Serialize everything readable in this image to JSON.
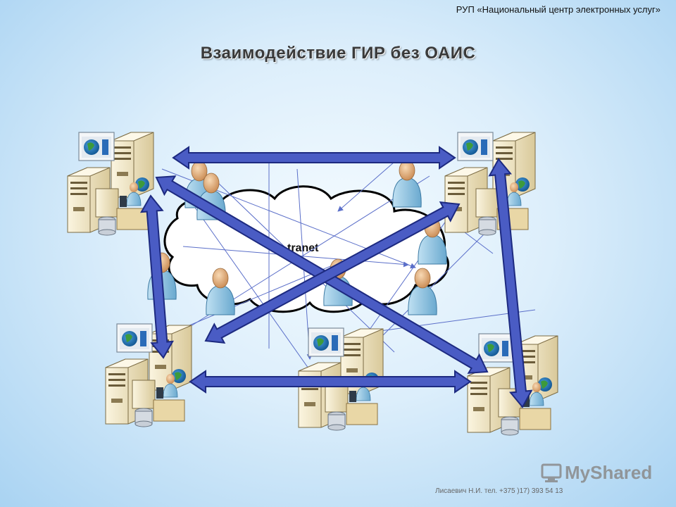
{
  "header": {
    "organization": "РУП «Национальный центр электронных услуг»"
  },
  "title": "Взаимодействие ГИР без ОАИС",
  "cloud": {
    "label": "tranet"
  },
  "footer": {
    "author": "Лисаевич Н.И. тел. +375 )17) 393 54 13"
  },
  "watermark": {
    "text": "MyShared",
    "icon": "mac-icon"
  },
  "colors": {
    "arrow": "#4a5cc4",
    "arrowStroke": "#1d2a80",
    "thinLine": "#5b6fc9",
    "person": "#8fc3df",
    "head": "#e8b98a",
    "server": "#f0e5c4"
  }
}
